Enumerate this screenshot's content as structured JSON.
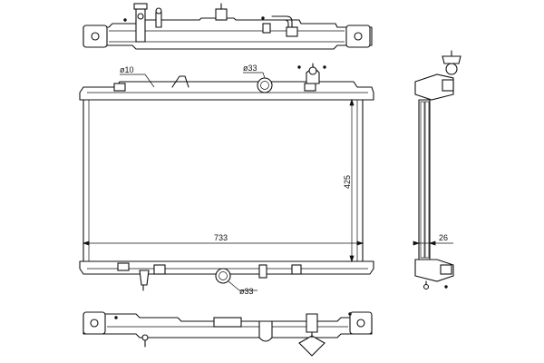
{
  "dimensions": {
    "core_width": "733",
    "core_height": "425",
    "core_depth": "26",
    "outlet_dia": "ø33",
    "inlet_dia": "ø33",
    "small_port_dia": "ø10"
  }
}
